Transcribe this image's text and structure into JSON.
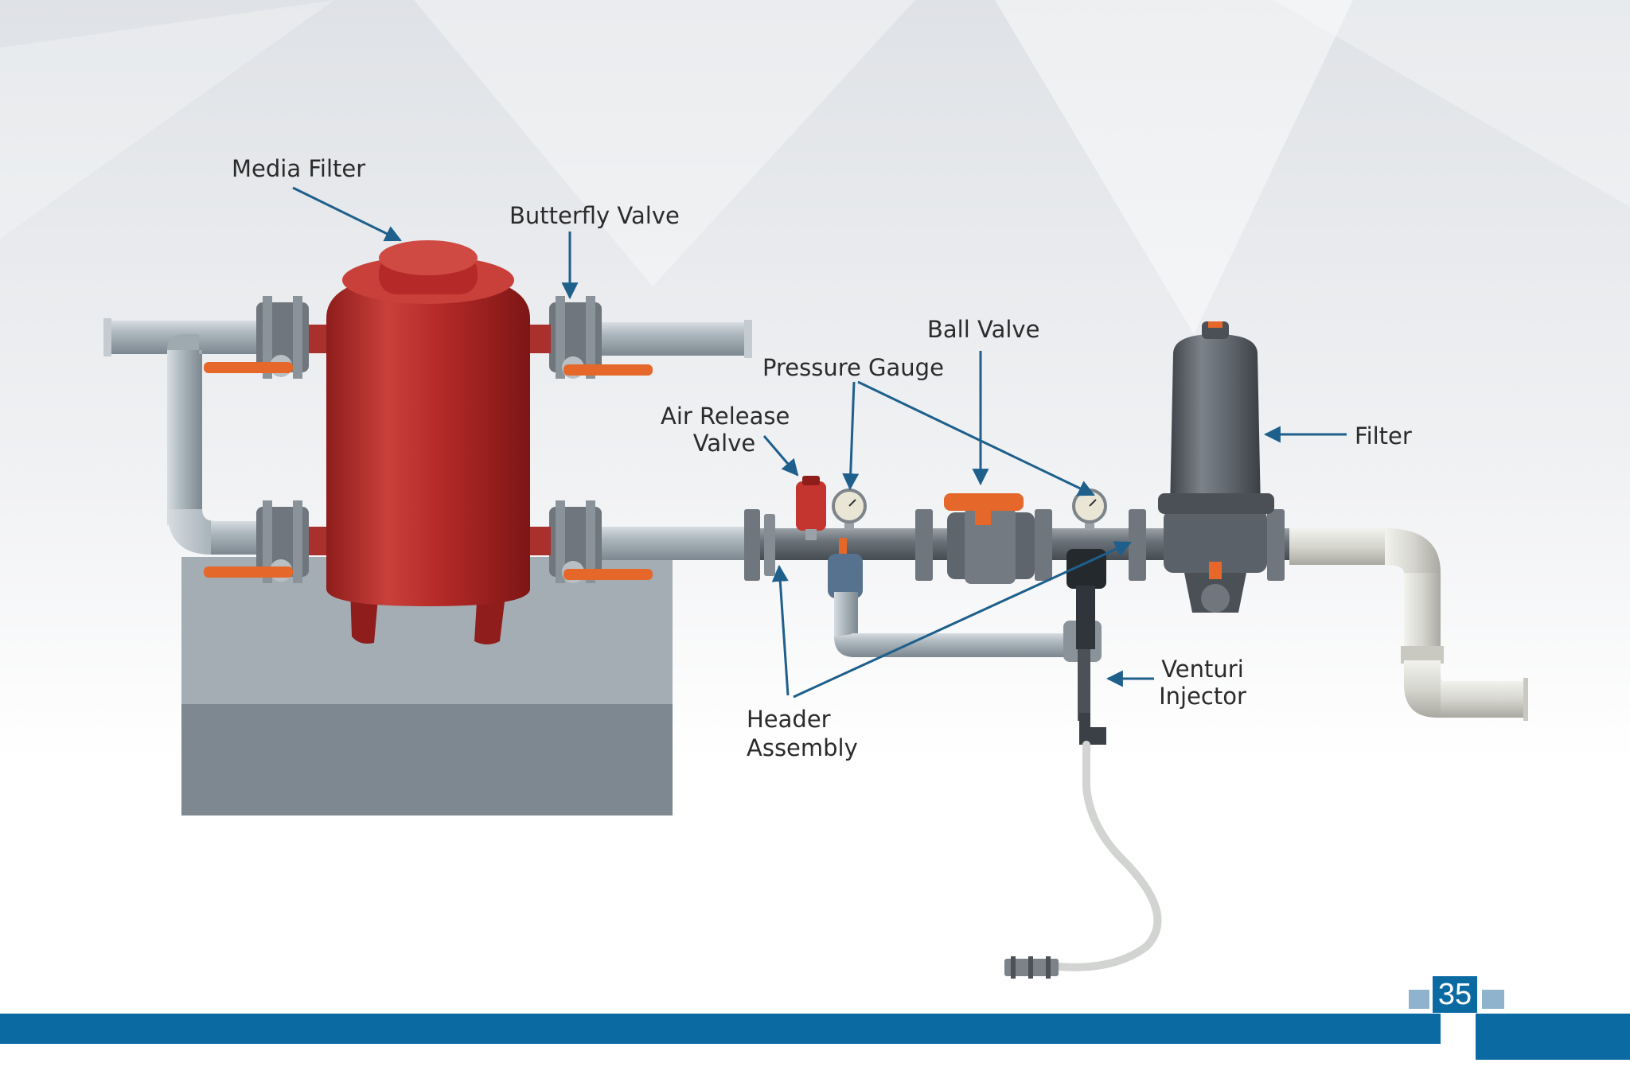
{
  "labels": {
    "media_filter": "Media Filter",
    "butterfly_valve": "Butterfly Valve",
    "ball_valve": "Ball Valve",
    "pressure_gauge": "Pressure Gauge",
    "air_release_line1": "Air Release",
    "air_release_line2": "Valve",
    "filter": "Filter",
    "venturi_line1": "Venturi",
    "venturi_line2": "Injector",
    "header_line1": "Header",
    "header_line2": "Assembly"
  },
  "page_number": "35",
  "colors": {
    "arrow": "#1e5f8c",
    "tank_red": "#b52a28",
    "pipe_grey": "#a9b3ba",
    "valve_grey": "#6f767d",
    "handle_orange": "#e5672a",
    "filter_grey": "#5b6168",
    "outlet_pipe": "#d6d6cf",
    "base_block": "#9fa7ae",
    "footer_blue": "#0b6aa2",
    "footer_light": "#8fb3cc"
  }
}
